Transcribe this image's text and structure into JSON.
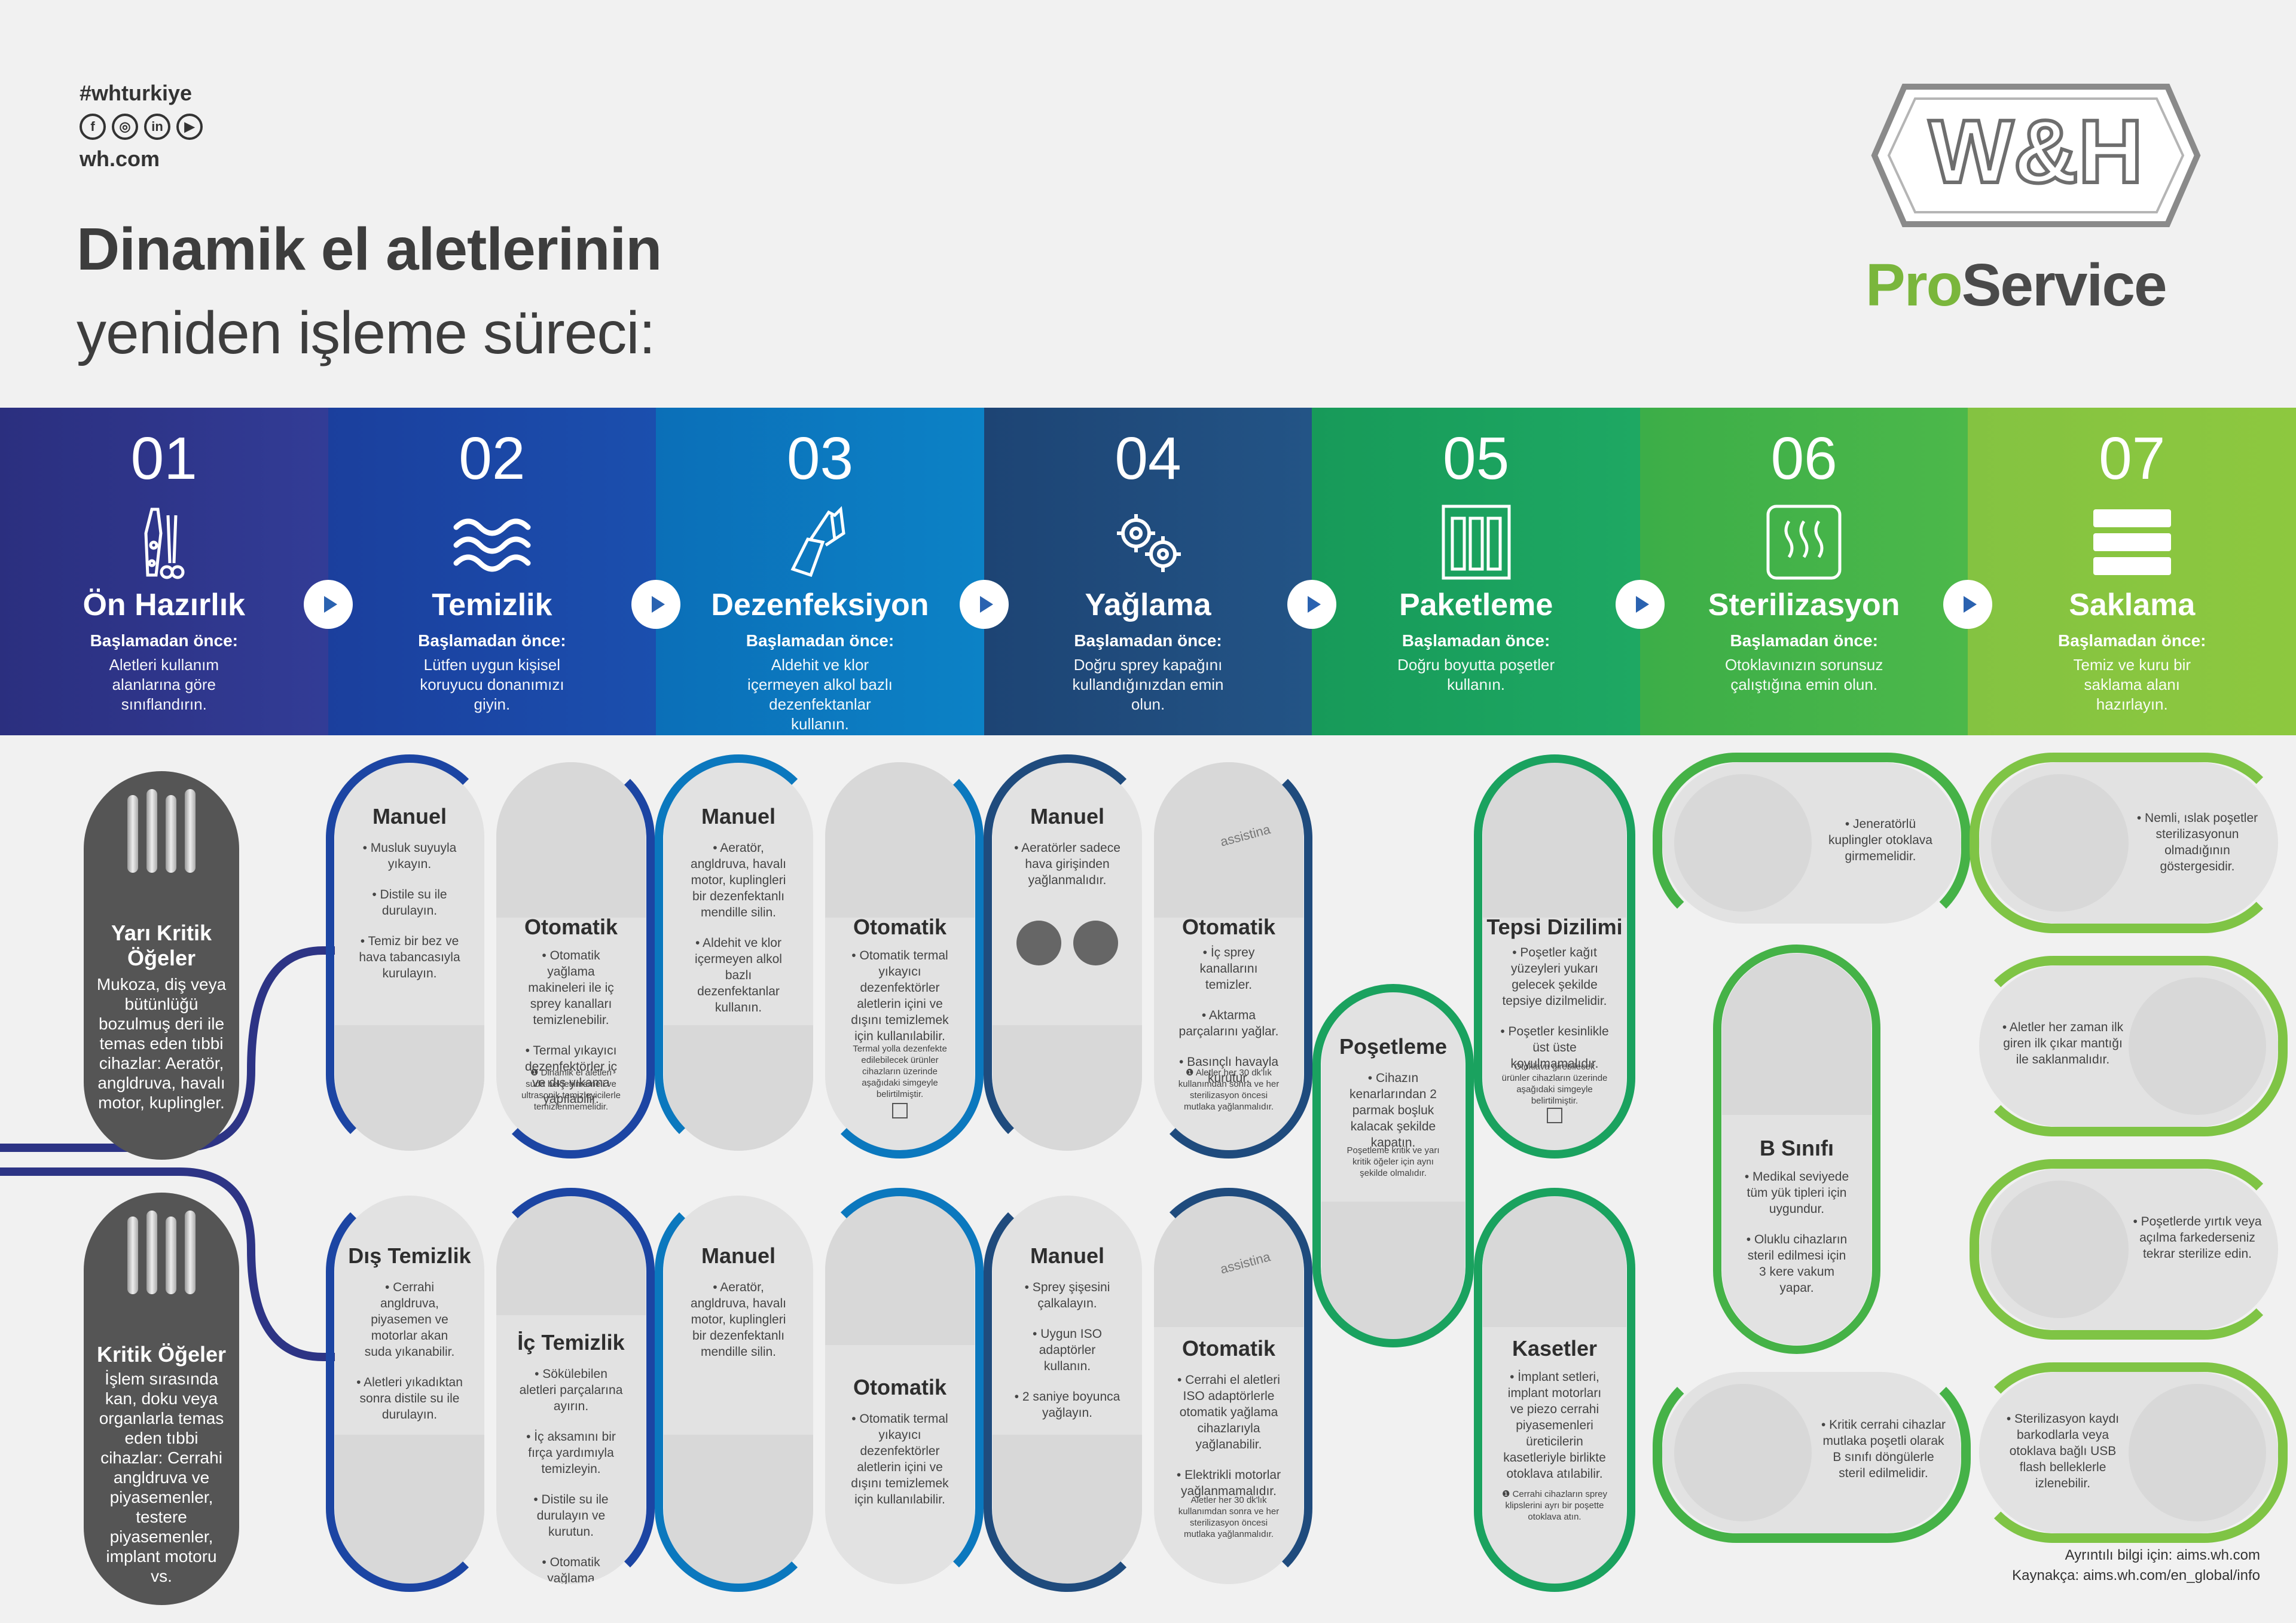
{
  "header": {
    "hashtag": "#whturkiye",
    "socials": [
      "f",
      "◎",
      "in",
      "▶"
    ],
    "website": "wh.com",
    "title_line1": "Dinamik el aletlerinin",
    "title_line2": "yeniden işleme süreci:",
    "brand_pro": "Pro",
    "brand_service": "Service"
  },
  "colors": {
    "step1": "#2d3485",
    "step2": "#1a47a5",
    "step3": "#0b79bf",
    "step4": "#1f4b7d",
    "step5": "#1aa25f",
    "step6": "#45b247",
    "step7": "#8cc63f"
  },
  "steps": [
    {
      "num": "01",
      "name": "Ön Hazırlık",
      "pre": "Başlamadan önce:",
      "desc": "Aletleri kullanım alanlarına göre sınıflandırın.",
      "icon": "instruments-icon"
    },
    {
      "num": "02",
      "name": "Temizlik",
      "pre": "Başlamadan önce:",
      "desc": "Lütfen uygun kişisel koruyucu donanımızı giyin.",
      "icon": "water-waves-icon"
    },
    {
      "num": "03",
      "name": "Dezenfeksiyon",
      "pre": "Başlamadan önce:",
      "desc": "Aldehit ve klor içermeyen alkol bazlı dezenfektanlar kullanın.",
      "icon": "wipe-hand-icon"
    },
    {
      "num": "04",
      "name": "Yağlama",
      "pre": "Başlamadan önce:",
      "desc": "Doğru sprey kapağını kullandığınızdan emin olun.",
      "icon": "gears-icon"
    },
    {
      "num": "05",
      "name": "Paketleme",
      "pre": "Başlamadan önce:",
      "desc": "Doğru boyutta poşetler kullanın.",
      "icon": "pouch-icon"
    },
    {
      "num": "06",
      "name": "Sterilizasyon",
      "pre": "Başlamadan önce:",
      "desc": "Otoklavınızın sorunsuz çalıştığına emin olun.",
      "icon": "steam-icon"
    },
    {
      "num": "07",
      "name": "Saklama",
      "pre": "Başlamadan önce:",
      "desc": "Temiz ve kuru bir saklama alanı hazırlayın.",
      "icon": "storage-icon"
    }
  ],
  "semi_critical": {
    "title": "Yarı Kritik Öğeler",
    "desc": "Mukoza, diş veya bütünlüğü bozulmuş deri ile temas eden tıbbi cihazlar: Aeratör, angldruva, havalı motor, kuplingler."
  },
  "critical": {
    "title": "Kritik Öğeler",
    "desc": "İşlem sırasında kan, doku veya organlarla temas eden tıbbi cihazlar: Cerrahi angldruva ve piyasemenler, testere piyasemenler, implant motoru vs."
  },
  "top_row": {
    "c2_manual": {
      "title": "Manuel",
      "items": [
        "• Musluk suyuyla yıkayın.",
        "• Distile su ile durulayın.",
        "• Temiz bir bez ve hava tabancasıyla kurulayın."
      ]
    },
    "c2_auto": {
      "title": "Otomatik",
      "items": [
        "• Otomatik yağlama makineleri ile iç sprey kanalları temizlenebilir.",
        "• Termal yıkayıcı dezenfektörler iç ve dış yıkama yapılabilir."
      ],
      "note": "❶ Dinamik el aletleri suda bekletilmemeli ve ultrasonik temizleyicilerle temizlenmemelidir."
    },
    "c3_manual": {
      "title": "Manuel",
      "items": [
        "• Aeratör, angldruva, havalı motor, kuplingleri bir dezenfektanlı mendille silin.",
        "• Aldehit ve klor içermeyen alkol bazlı dezenfektanlar kullanın."
      ]
    },
    "c3_auto": {
      "title": "Otomatik",
      "items": [
        "• Otomatik termal yıkayıcı dezenfektörler aletlerin içini ve dışını temizlemek için kullanılabilir."
      ],
      "note": "Termal yolla dezenfekte edilebilecek ürünler cihazların üzerinde aşağıdaki simgeyle belirtilmiştir."
    },
    "c4_manual": {
      "title": "Manuel",
      "items": [
        "• Aeratörler sadece hava girişinden yağlanmalıdır."
      ]
    },
    "c4_auto": {
      "title": "Otomatik",
      "items": [
        "• İç sprey kanallarını temizler.",
        "• Aktarma parçalarını yağlar.",
        "• Basınçlı havayla kurutur."
      ],
      "note": "❶ Aletler her 30 dk'lık kullanımdan sonra ve her sterilizasyon öncesi mutlaka yağlanmalıdır.",
      "device_label": "assistina"
    }
  },
  "bottom_row": {
    "c2_external": {
      "title": "Dış Temizlik",
      "items": [
        "• Cerrahi angldruva, piyasemen ve motorlar akan suda yıkanabilir.",
        "• Aletleri yıkadıktan sonra distile su ile durulayın."
      ]
    },
    "c2_internal": {
      "title": "İç Temizlik",
      "items": [
        "• Sökülebilen aletleri parçalarına ayırın.",
        "• İç aksamını bir fırça yardımıyla temizleyin.",
        "• Distile su ile durulayın ve kurutun.",
        "• Otomatik yağlama makineleri ile iç sprey kanalları temizlenebilir."
      ]
    },
    "c3_manual": {
      "title": "Manuel",
      "items": [
        "• Aeratör, angldruva, havalı motor, kuplingleri bir dezenfektanlı mendille silin."
      ]
    },
    "c3_auto": {
      "title": "Otomatik",
      "items": [
        "• Otomatik termal yıkayıcı dezenfektörler aletlerin içini ve dışını temizlemek için kullanılabilir."
      ]
    },
    "c4_manual": {
      "title": "Manuel",
      "items": [
        "• Sprey şişesini çalkalayın.",
        "• Uygun ISO adaptörler kullanın.",
        "• 2 saniye boyunca yağlayın."
      ]
    },
    "c4_auto": {
      "title": "Otomatik",
      "items": [
        "• Cerrahi el aletleri ISO adaptörlerle otomatik yağlama cihazlarıyla yağlanabilir.",
        "• Elektrikli motorlar yağlanmamalıdır."
      ],
      "note": "Aletler her 30 dk'lık kullanımdan sonra ve her sterilizasyon öncesi mutlaka yağlanmalıdır.",
      "device_label": "assistina"
    }
  },
  "packaging": {
    "title": "Poşetleme",
    "items": [
      "• Cihazın kenarlarından 2 parmak boşluk kalacak şekilde kapatın."
    ],
    "note": "Poşetleme kritik ve yarı kritik öğeler için aynı şekilde olmalıdır."
  },
  "tray": {
    "title": "Tepsi Dizilimi",
    "items": [
      "• Poşetler kağıt yüzeyleri yukarı gelecek şekilde tepsiye dizilmelidir.",
      "• Poşetler kesinlikle üst üste koyulmamalıdır."
    ],
    "note": "Otoklava girebilecek ürünler cihazların üzerinde aşağıdaki simgeyle belirtilmiştir."
  },
  "cassettes": {
    "title": "Kasetler",
    "items": [
      "• İmplant setleri, implant motorları ve piezo cerrahi piyasemenleri üreticilerin kasetleriyle birlikte otoklava atılabilir."
    ],
    "note": "❶ Cerrahi cihazların sprey klipslerini ayrı bir poşette otoklava atın."
  },
  "sterilization": {
    "note1": "• Jeneratörlü kuplingler otoklava girmemelidir.",
    "b_title": "B Sınıfı",
    "b_items": [
      "• Medikal seviyede tüm yük tipleri için uygundur.",
      "• Oluklu cihazların steril edilmesi için 3 kere vakum yapar."
    ],
    "note2": "• Kritik cerrahi cihazlar mutlaka poşetli olarak B sınıfı döngülerle steril edilmelidir."
  },
  "storage": {
    "items": [
      "• Nemli, ıslak poşetler sterilizasyonun olmadığının göstergesidir.",
      "• Aletler her zaman ilk giren ilk çıkar mantığı ile saklanmalıdır.",
      "• Poşetlerde yırtık veya açılma farkederseniz tekrar sterilize edin.",
      "• Sterilizasyon kaydı barkodlarla veya otoklava bağlı USB flash belleklerle izlenebilir."
    ]
  },
  "footer": {
    "line1": "Ayrıntılı bilgi için: aims.wh.com",
    "line2": "Kaynakça: aims.wh.com/en_global/info"
  },
  "logo_text": "W&H"
}
